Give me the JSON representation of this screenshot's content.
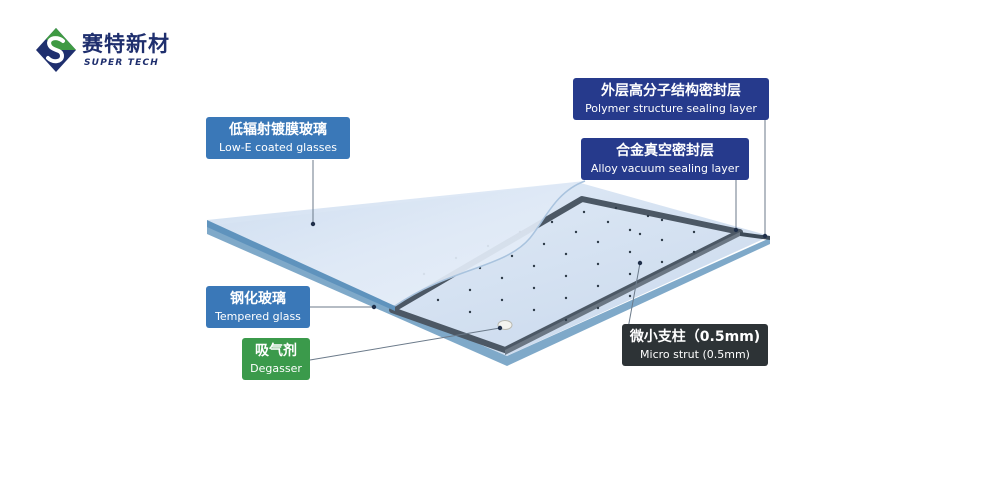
{
  "logo": {
    "name_cn": "赛特新材",
    "name_en": "SUPER TECH"
  },
  "labels": {
    "polymer": {
      "cn": "外层高分子结构密封层",
      "en": "Polymer structure sealing layer"
    },
    "alloy": {
      "cn": "合金真空密封层",
      "en": "Alloy vacuum sealing layer"
    },
    "lowe": {
      "cn": "低辐射镀膜玻璃",
      "en": "Low-E coated glasses"
    },
    "tempered": {
      "cn": "钢化玻璃",
      "en": "Tempered glass"
    },
    "degasser": {
      "cn": "吸气剂",
      "en": "Degasser"
    },
    "strut": {
      "cn": "微小支柱（0.5mm)",
      "en": "Micro strut (0.5mm)"
    }
  },
  "colors": {
    "blue_label": "#3a78b8",
    "navy_label": "#263a8c",
    "green_label": "#3b9a4b",
    "dark_label": "#2d3336",
    "brand_navy": "#1f2f6e",
    "brand_green": "#3f9a43"
  }
}
